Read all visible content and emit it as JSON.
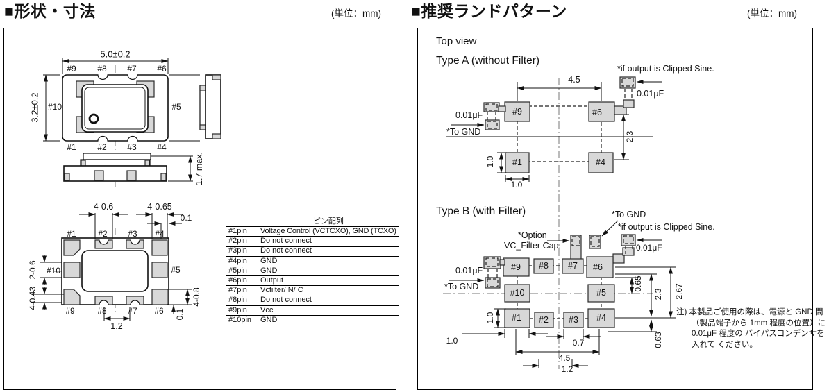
{
  "left": {
    "title": "■形状・寸法",
    "unit": "(単位：mm)",
    "top_view": {
      "dim_width": "5.0±0.2",
      "dim_height": "3.2±0.2",
      "pins_top": [
        "#9",
        "#8",
        "#7",
        "#6"
      ],
      "pin_left": "#10",
      "pin_right": "#5",
      "pins_bottom": [
        "#1",
        "#2",
        "#3",
        "#4"
      ],
      "dim_side_height": "1.7 max."
    },
    "bottom_view": {
      "dim_top_left": "4-0.6",
      "dim_top_right": "4-0.65",
      "dim_top_offset": "0.1",
      "pins_top": [
        "#1",
        "#2",
        "#3",
        "#4"
      ],
      "dim_left_pad": "2-0.6",
      "pin_left": "#10",
      "dim_left_corner": "4-0.43",
      "pins_bottom": [
        "#9",
        "#8",
        "#7",
        "#6"
      ],
      "dim_bottom_pitch": "1.2",
      "pin_right": "#5",
      "dim_right_pad": "4-0.8",
      "dim_right_offset": "0.1"
    },
    "pin_table": {
      "header": "ピン配列",
      "rows": [
        {
          "pin": "#1pin",
          "desc": "Voltage Control (VCTCXO), GND (TCXO)"
        },
        {
          "pin": "#2pin",
          "desc": "Do not connect"
        },
        {
          "pin": "#3pin",
          "desc": "Do not connect"
        },
        {
          "pin": "#4pin",
          "desc": "GND"
        },
        {
          "pin": "#5pin",
          "desc": "GND"
        },
        {
          "pin": "#6pin",
          "desc": "Output"
        },
        {
          "pin": "#7pin",
          "desc": "Vcfilter/ N/ C"
        },
        {
          "pin": "#8pin",
          "desc": "Do not connect"
        },
        {
          "pin": "#9pin",
          "desc": "Vcc"
        },
        {
          "pin": "#10pin",
          "desc": "GND"
        }
      ]
    }
  },
  "right": {
    "title": "■推奨ランドパターン",
    "unit": "(単位：mm)",
    "top_view_label": "Top view",
    "type_a": {
      "label": "Type A (without Filter)",
      "clipped_note": "*if output is Clipped Sine.",
      "cap_right": "0.01μF",
      "cap_left": "0.01μF",
      "gnd_note": "*To GND",
      "pad_9": "#9",
      "pad_6": "#6",
      "pad_1": "#1",
      "pad_4": "#4",
      "dim_pitch_x": "4.5",
      "dim_pitch_y": "2.3",
      "dim_pad_w": "1.0",
      "dim_pad_h": "1.0"
    },
    "type_b": {
      "label": "Type B (with Filter)",
      "gnd_note_top": "*To GND",
      "clipped_note": "*if output is Clipped Sine.",
      "option_note_1": "*Option",
      "option_note_2": "VC_Filter Cap.",
      "cap_right": "0.01μF",
      "cap_left": "0.01μF",
      "gnd_note_left": "*To GND",
      "pads_top": [
        "#9",
        "#8",
        "#7",
        "#6"
      ],
      "pads_mid": [
        "#10",
        "#5"
      ],
      "pads_bottom": [
        "#1",
        "#2",
        "#3",
        "#4"
      ],
      "dim_pad_h": "1.0",
      "dim_pad_w": "1.0",
      "dim_small": "0.7",
      "dim_pitch_x": "4.5",
      "dim_inner": "1.2",
      "dim_r1": "0.65",
      "dim_r2": "2.3",
      "dim_r3": "2.67",
      "dim_r4": "0.63"
    },
    "note": {
      "label": "注)",
      "text": "本製品ご使用の際は、電源と GND 間（製品端子から 1mm 程度の位置）に 0.01μF 程度の バイパスコンデンサを入れて ください。"
    }
  },
  "colors": {
    "pad_fill": "#d8d8d8",
    "line": "#111111"
  }
}
